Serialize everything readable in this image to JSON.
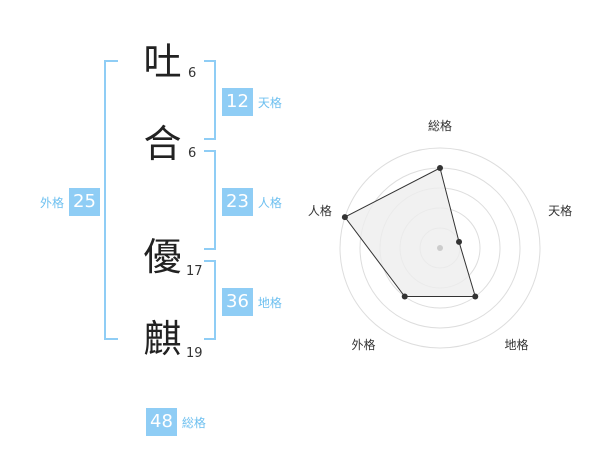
{
  "name": {
    "chars": [
      {
        "char": "吐",
        "strokes": "6"
      },
      {
        "char": "合",
        "strokes": "6"
      },
      {
        "char": "優",
        "strokes": "17"
      },
      {
        "char": "麒",
        "strokes": "19"
      }
    ]
  },
  "scores": {
    "tenkaku": {
      "value": "12",
      "label": "天格"
    },
    "jinkaku": {
      "value": "23",
      "label": "人格"
    },
    "chikaku": {
      "value": "36",
      "label": "地格"
    },
    "gaikaku": {
      "value": "25",
      "label": "外格"
    },
    "soukaku": {
      "value": "48",
      "label": "総格"
    }
  },
  "chart_data": {
    "type": "radar",
    "axes": [
      "総格",
      "天格",
      "地格",
      "外格",
      "人格"
    ],
    "values": [
      4,
      1,
      3,
      3,
      5
    ],
    "max": 5,
    "colors": {
      "fill": "#eeeeee",
      "stroke": "#333333",
      "ring": "#dddddd",
      "point": "#333333"
    }
  }
}
